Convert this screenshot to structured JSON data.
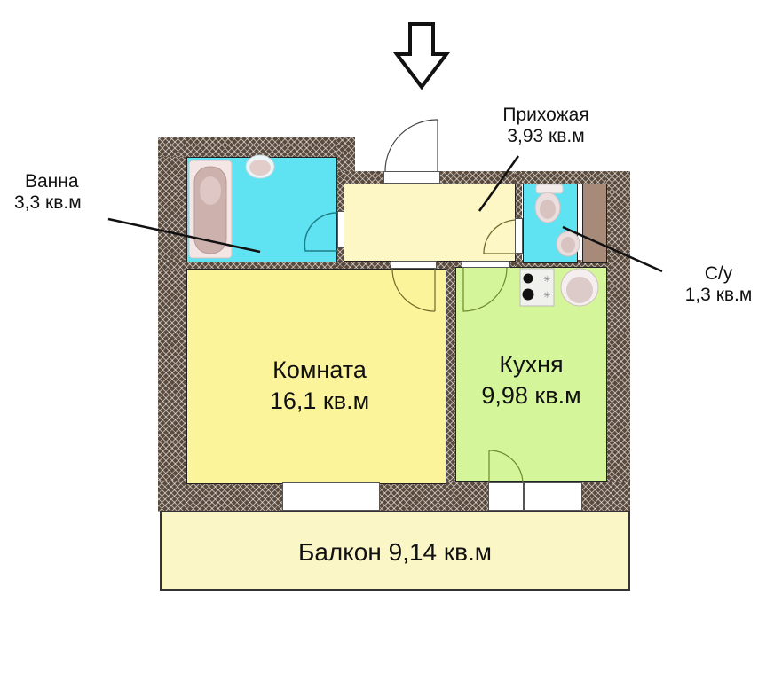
{
  "plan": {
    "entry_arrow": "down-arrow-icon",
    "colors": {
      "wall": "#5a4a3c",
      "bath": "#5fe3f3",
      "wc": "#5fe3f3",
      "hall": "#fdf7c6",
      "room": "#fbf49a",
      "kitchen": "#d4f59a",
      "balcony": "#fbf6c6",
      "shaft": "#a88a78"
    },
    "rooms": {
      "bath": {
        "name": "Ванна",
        "area": "3,3 кв.м"
      },
      "hall": {
        "name": "Прихожая",
        "area": "3,93 кв.м"
      },
      "wc": {
        "name": "С/у",
        "area": "1,3 кв.м"
      },
      "room": {
        "name": "Комната",
        "area": "16,1 кв.м"
      },
      "kitchen": {
        "name": "Кухня",
        "area": "9,98 кв.м"
      },
      "balcony": {
        "label": "Балкон 9,14 кв.м"
      }
    }
  }
}
